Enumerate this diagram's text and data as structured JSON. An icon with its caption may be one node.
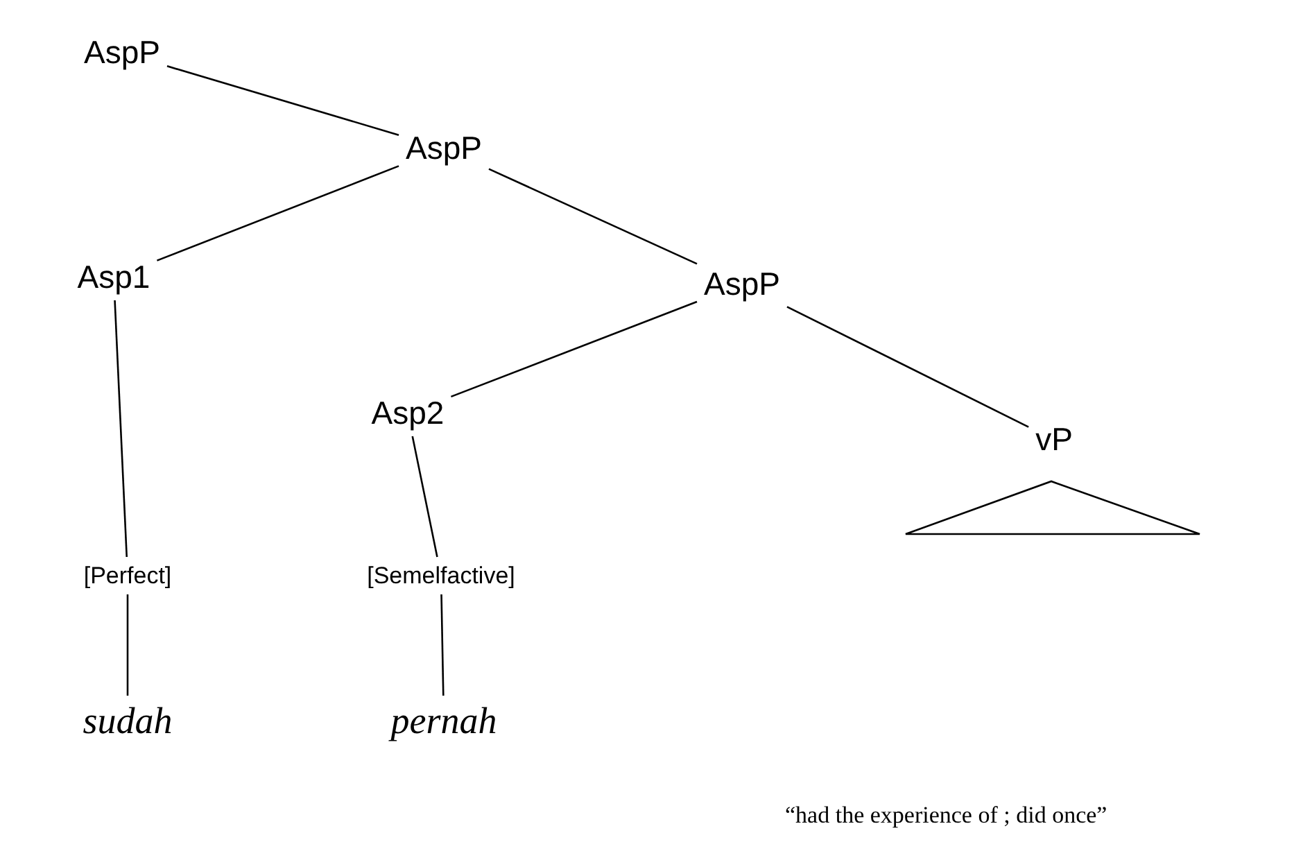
{
  "diagram": {
    "nodes": [
      {
        "text": [
          "AspP"
        ]
      },
      {
        "text": [
          "AspP"
        ]
      },
      {
        "text": [
          "Asp1"
        ]
      },
      {
        "text": [
          "AspP"
        ]
      },
      {
        "text": [
          "Asp2"
        ]
      },
      {
        "text": [
          "vP"
        ]
      },
      {
        "text": [],
        "shape": "triangle"
      },
      {
        "text": [
          "[Perfect]"
        ]
      },
      {
        "text": [
          "[Semelfactive]"
        ]
      },
      {
        "text": [
          "sudah"
        ]
      },
      {
        "text": [
          "pernah"
        ]
      }
    ],
    "edges": [
      {
        "from": 0,
        "to": 1,
        "arrow": "none"
      },
      {
        "from": 1,
        "to": 2,
        "arrow": "none"
      },
      {
        "from": 1,
        "to": 3,
        "arrow": "none"
      },
      {
        "from": 3,
        "to": 4,
        "arrow": "none"
      },
      {
        "from": 3,
        "to": 5,
        "arrow": "none"
      },
      {
        "from": 2,
        "to": 7,
        "arrow": "none"
      },
      {
        "from": 4,
        "to": 8,
        "arrow": "none"
      },
      {
        "from": 7,
        "to": 9,
        "arrow": "none"
      },
      {
        "from": 8,
        "to": 10,
        "arrow": "none"
      }
    ],
    "labels": [
      "“had the experience of ; did once”"
    ]
  }
}
